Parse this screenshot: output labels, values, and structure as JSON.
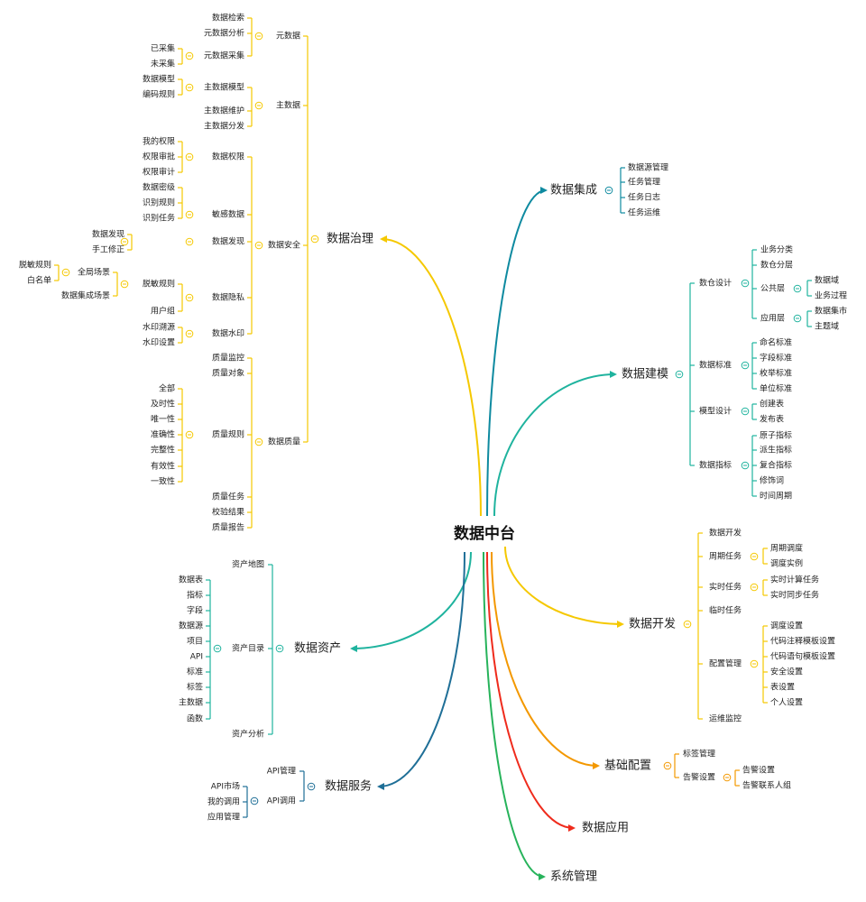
{
  "root": "数据中台",
  "colors": {
    "yellow": "#f5c800",
    "teal": "#1fb39e",
    "cyan": "#0e8aa0",
    "blue": "#1f6f97",
    "orange": "#f39800",
    "red": "#ef2b1c",
    "green": "#27b35b"
  },
  "branches": {
    "integration": {
      "label": "数据集成",
      "color": "cyan",
      "items": [
        "数据源管理",
        "任务管理",
        "任务日志",
        "任务运维"
      ]
    },
    "modeling": {
      "label": "数据建模",
      "color": "teal",
      "groups": [
        {
          "label": "数仓设计",
          "children": [
            {
              "label": "业务分类"
            },
            {
              "label": "数仓分层"
            },
            {
              "label": "公共层",
              "children": [
                "数据域",
                "业务过程"
              ]
            },
            {
              "label": "应用层",
              "children": [
                "数据集市",
                "主题域"
              ]
            }
          ]
        },
        {
          "label": "数据标准",
          "children": [
            "命名标准",
            "字段标准",
            "枚举标准",
            "单位标准"
          ]
        },
        {
          "label": "模型设计",
          "children": [
            "创建表",
            "发布表"
          ]
        },
        {
          "label": "数据指标",
          "children": [
            "原子指标",
            "派生指标",
            "复合指标",
            "修饰词",
            "时间周期"
          ]
        }
      ]
    },
    "development": {
      "label": "数据开发",
      "color": "yellow",
      "groups": [
        {
          "label": "数据开发",
          "children": []
        },
        {
          "label": "周期任务",
          "children": [
            "周期调度",
            "调度实例"
          ]
        },
        {
          "label": "实时任务",
          "children": [
            "实时计算任务",
            "实时同步任务"
          ]
        },
        {
          "label": "临时任务",
          "children": []
        },
        {
          "label": "配置管理",
          "children": [
            "调度设置",
            "代码注释模板设置",
            "代码语句模板设置",
            "安全设置",
            "表设置",
            "个人设置"
          ]
        },
        {
          "label": "运维监控",
          "children": []
        }
      ]
    },
    "config": {
      "label": "基础配置",
      "color": "orange",
      "groups": [
        {
          "label": "标签管理",
          "children": []
        },
        {
          "label": "告警设置",
          "children": [
            "告警设置",
            "告警联系人组"
          ]
        }
      ]
    },
    "application": {
      "label": "数据应用",
      "color": "red"
    },
    "system": {
      "label": "系统管理",
      "color": "green"
    },
    "governance": {
      "label": "数据治理",
      "color": "yellow",
      "metadata": {
        "label": "元数据",
        "subs": [
          {
            "label": "数据检索"
          },
          {
            "label": "元数据分析"
          },
          {
            "label": "元数据采集",
            "children": [
              "已采集",
              "未采集"
            ]
          }
        ]
      },
      "masterdata": {
        "label": "主数据",
        "subs": [
          {
            "label": "主数据模型",
            "children": [
              "数据模型",
              "编码规则"
            ]
          },
          {
            "label": "主数据维护"
          },
          {
            "label": "主数据分发"
          }
        ]
      },
      "security": {
        "label": "数据安全",
        "subs": [
          {
            "label": "数据权限",
            "children": [
              "我的权限",
              "权限审批",
              "权限审计"
            ]
          },
          {
            "label": "敏感数据",
            "children": [
              "数据密级",
              "识别规则",
              "识别任务"
            ]
          },
          {
            "label": "数据发现",
            "children": [
              "数据发现",
              "手工修正"
            ]
          },
          {
            "label": "数据隐私",
            "children": [
              {
                "label": "脱敏规则",
                "children": [
                  {
                    "label": "全局场景",
                    "children": [
                      "脱敏规则",
                      "白名单"
                    ]
                  },
                  {
                    "label": "数据集成场景"
                  }
                ]
              },
              {
                "label": "用户组"
              }
            ]
          },
          {
            "label": "数据水印",
            "children": [
              "水印溯源",
              "水印设置"
            ]
          }
        ]
      },
      "quality": {
        "label": "数据质量",
        "subs": [
          {
            "label": "质量监控"
          },
          {
            "label": "质量对象"
          },
          {
            "label": "质量规则",
            "children": [
              "全部",
              "及时性",
              "唯一性",
              "准确性",
              "完整性",
              "有效性",
              "一致性"
            ]
          },
          {
            "label": "质量任务"
          },
          {
            "label": "校验结果"
          },
          {
            "label": "质量报告"
          }
        ]
      }
    },
    "assets": {
      "label": "数据资产",
      "color": "teal",
      "groups": [
        {
          "label": "资产地图"
        },
        {
          "label": "资产目录",
          "children": [
            "数据表",
            "指标",
            "字段",
            "数据源",
            "项目",
            "API",
            "标准",
            "标签",
            "主数据",
            "函数"
          ]
        },
        {
          "label": "资产分析"
        }
      ]
    },
    "service": {
      "label": "数据服务",
      "color": "blue",
      "groups": [
        {
          "label": "API管理"
        },
        {
          "label": "API调用",
          "children": [
            "API市场",
            "我的调用",
            "应用管理"
          ]
        }
      ]
    }
  }
}
